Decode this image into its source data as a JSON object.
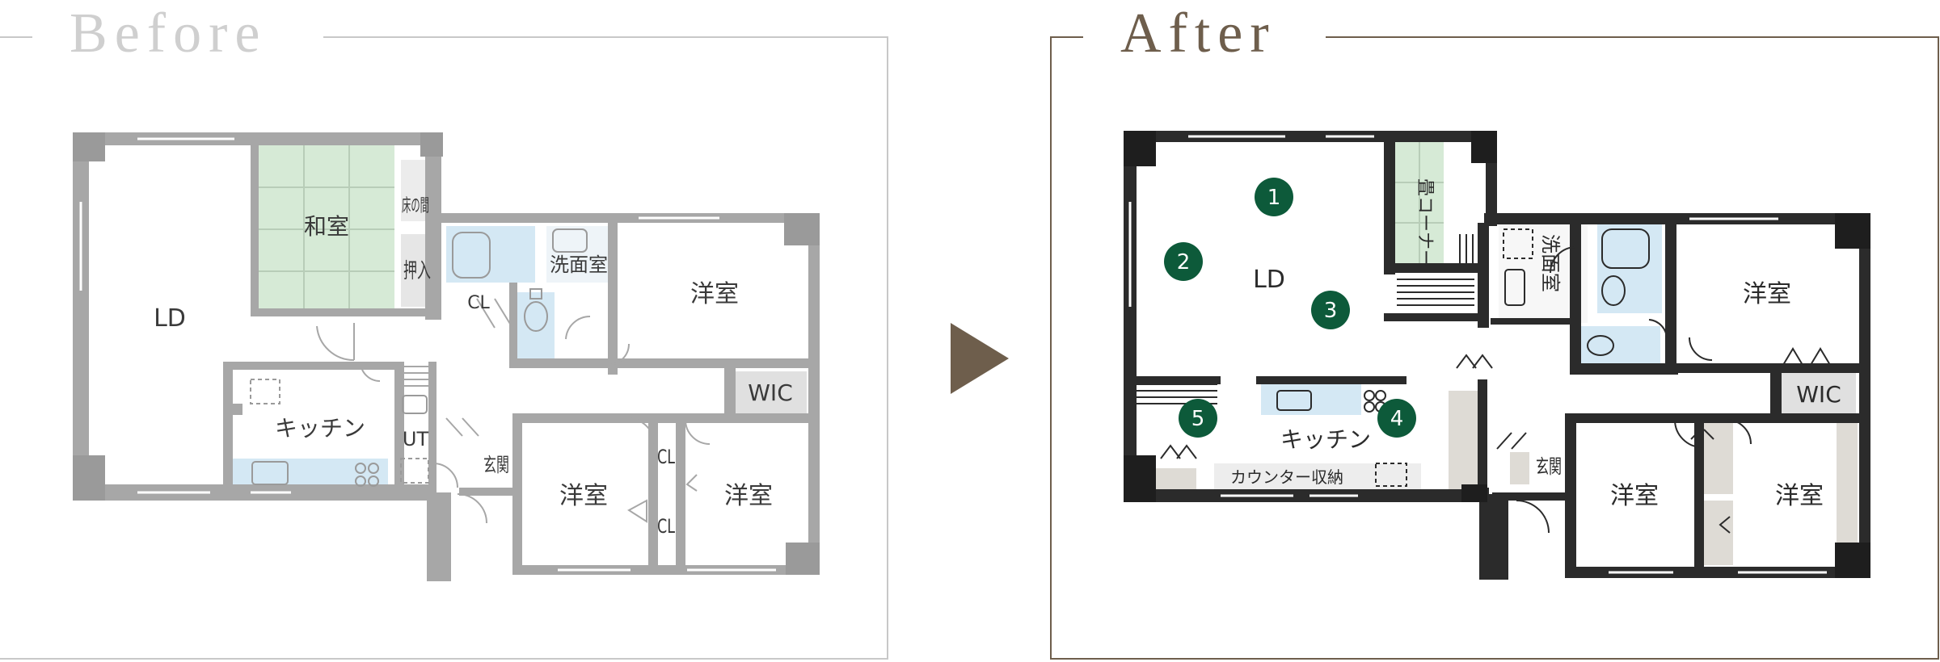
{
  "before": {
    "title": "Before",
    "rooms": {
      "ld": "LD",
      "washitsu": "和室",
      "tokonoma": "床の間",
      "oshiire": "押入",
      "closet_top": "CL",
      "senmen": "洗面室",
      "yoshitsu_ne": "洋室",
      "wic": "WIC",
      "kitchen": "キッチン",
      "ut": "UT",
      "genkan": "玄関",
      "yoshitsu_mid": "洋室",
      "closet_a": "CL",
      "closet_b": "CL",
      "yoshitsu_se": "洋室"
    }
  },
  "after": {
    "title": "After",
    "rooms": {
      "ld": "LD",
      "tatami": "畳コーナー",
      "senmen": "洗面室",
      "yoshitsu_ne": "洋室",
      "wic": "WIC",
      "kitchen": "キッチン",
      "counter": "カウンター収納",
      "genkan": "玄関",
      "yoshitsu_sw": "洋室",
      "yoshitsu_se": "洋室"
    },
    "markers": [
      "1",
      "2",
      "3",
      "4",
      "5"
    ]
  },
  "colors": {
    "before_wall": "#a7a7a7",
    "after_wall": "#2b2b2b",
    "marker": "#0d5a3a",
    "tatami": "#d6ead6",
    "wet_area": "#d4e8f4",
    "arrow": "#6e5e4c",
    "after_frame": "#6e5e4c",
    "before_frame": "#c8c8c8"
  }
}
